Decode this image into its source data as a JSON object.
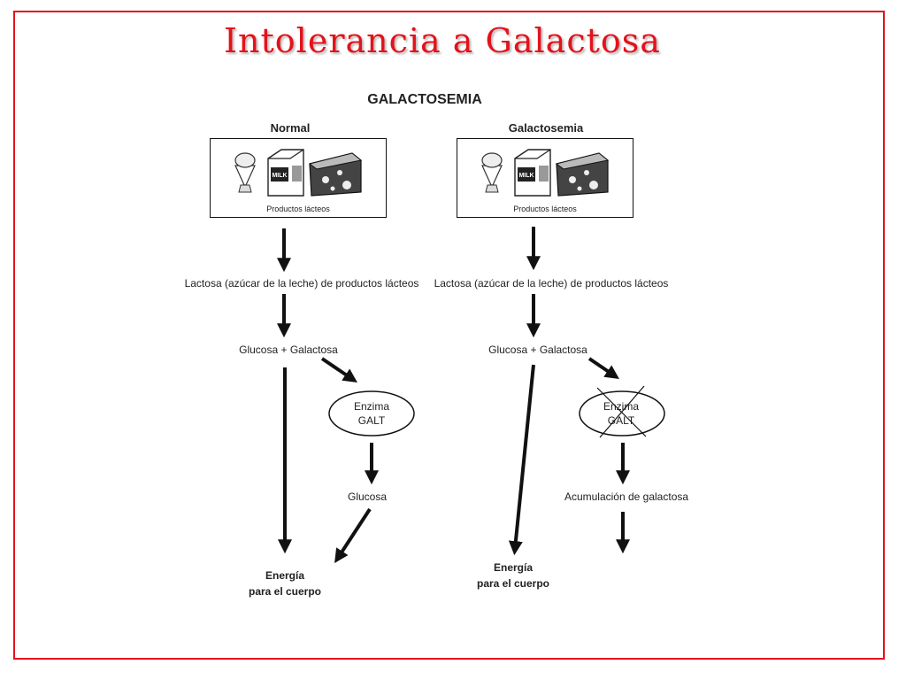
{
  "title": "Intolerancia a Galactosa",
  "diagram": {
    "heading": "GALACTOSEMIA",
    "normal": {
      "label": "Normal",
      "box_label": "Productos lácteos",
      "lactose": "Lactosa (azúcar de la leche) de productos lácteos",
      "split": "Glucosa + Galactosa",
      "enzyme_line1": "Enzima",
      "enzyme_line2": "GALT",
      "result": "Glucosa",
      "energy_line1": "Energía",
      "energy_line2": "para el cuerpo"
    },
    "galactosemia": {
      "label": "Galactosemia",
      "box_label": "Productos lácteos",
      "lactose": "Lactosa (azúcar de la leche) de productos lácteos",
      "split": "Glucosa + Galactosa",
      "enzyme_line1": "Enzima",
      "enzyme_line2": "GALT",
      "result": "Acumulación de galactosa",
      "energy_line1": "Energía",
      "energy_line2": "para el cuerpo"
    },
    "milk_text": "MILK"
  },
  "colors": {
    "title": "#e3121b",
    "frame": "#e3121b"
  }
}
